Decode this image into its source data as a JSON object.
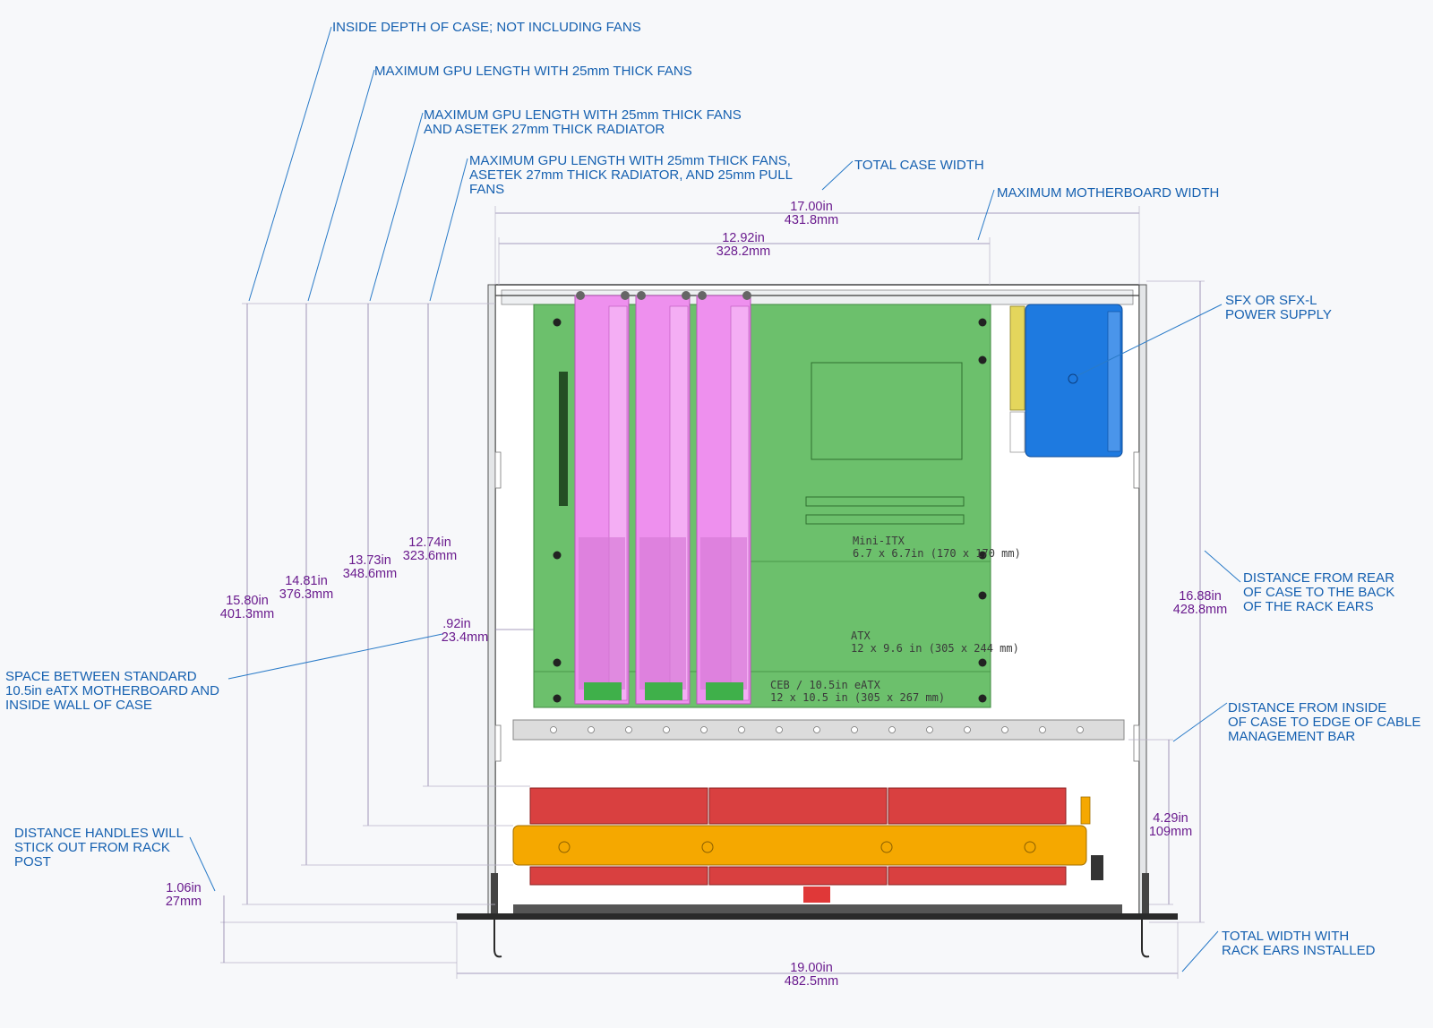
{
  "callouts": {
    "inside_depth": "INSIDE DEPTH OF CASE; NOT INCLUDING FANS",
    "gpu_25mm_fans": "MAXIMUM GPU LENGTH WITH 25mm THICK FANS",
    "gpu_fans_radiator": [
      "MAXIMUM GPU LENGTH WITH 25mm THICK FANS",
      "AND ASETEK 27mm THICK RADIATOR"
    ],
    "gpu_fans_radiator_pull": [
      "MAXIMUM GPU LENGTH WITH 25mm THICK FANS,",
      "ASETEK 27mm THICK RADIATOR, AND 25mm PULL",
      "FANS"
    ],
    "total_case_width": "TOTAL CASE WIDTH",
    "max_mobo_width": "MAXIMUM MOTHERBOARD WIDTH",
    "psu": [
      "SFX OR SFX-L",
      "POWER SUPPLY"
    ],
    "rear_to_rack_ears": [
      "DISTANCE FROM REAR",
      "OF CASE TO THE BACK",
      "OF THE RACK EARS"
    ],
    "eatx_space": [
      "SPACE BETWEEN STANDARD",
      "10.5in eATX MOTHERBOARD AND",
      "INSIDE WALL OF CASE"
    ],
    "cable_bar": [
      "DISTANCE FROM INSIDE",
      "OF CASE TO EDGE OF CABLE",
      "MANAGEMENT BAR"
    ],
    "handles": [
      "DISTANCE HANDLES WILL",
      "STICK OUT FROM RACK",
      "POST"
    ],
    "total_width_ears": [
      "TOTAL WIDTH WITH",
      "RACK EARS INSTALLED"
    ]
  },
  "dimensions": {
    "case_width": [
      "17.00in",
      "431.8mm"
    ],
    "mobo_width": [
      "12.92in",
      "328.2mm"
    ],
    "inside_depth": [
      "15.80in",
      "401.3mm"
    ],
    "gpu_fans": [
      "14.81in",
      "376.3mm"
    ],
    "gpu_radiator": [
      "13.73in",
      "348.6mm"
    ],
    "gpu_radiator_pull": [
      "12.74in",
      "323.6mm"
    ],
    "eatx_gap": [
      ".92in",
      "23.4mm"
    ],
    "rear_to_ears": [
      "16.88in",
      "428.8mm"
    ],
    "cable_bar": [
      "4.29in",
      "109mm"
    ],
    "handles": [
      "1.06in",
      "27mm"
    ],
    "total_width": [
      "19.00in",
      "482.5mm"
    ]
  },
  "board_labels": {
    "mini_itx": [
      "Mini-ITX",
      "6.7 x 6.7in (170 x 170 mm)"
    ],
    "atx": [
      "ATX",
      "12 x 9.6 in (305 x 244 mm)"
    ],
    "ceb": [
      "CEB / 10.5in eATX",
      "12 x 10.5 in (305 x 267 mm)"
    ]
  },
  "colors": {
    "callout": "#1560b0",
    "dimension": "#6a1b8e",
    "motherboard": "#6cc06c",
    "gpu": "#ee90ee",
    "psu": "#1e7ae0",
    "fan": "#d94040",
    "radiator": "#f5a800"
  }
}
